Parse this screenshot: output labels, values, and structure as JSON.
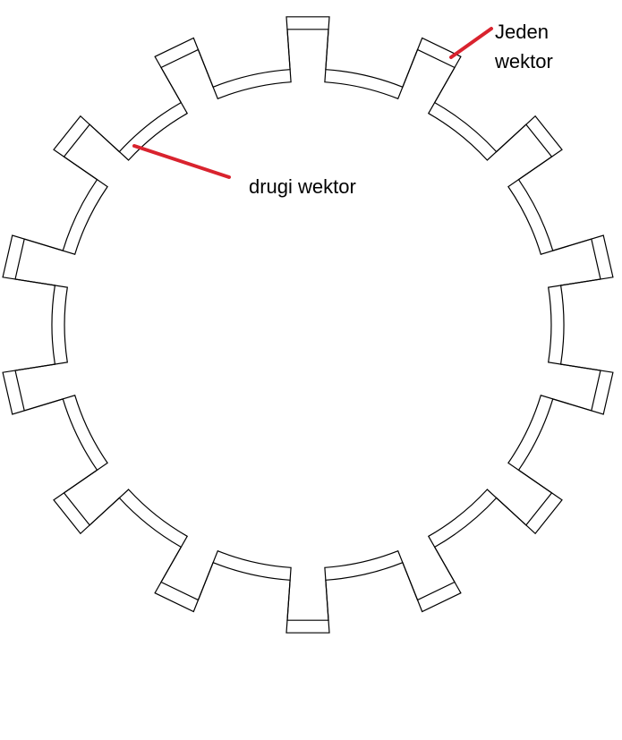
{
  "diagram": {
    "labels": {
      "vector_one_line1": "Jeden",
      "vector_one_line2": "wektor",
      "vector_two": "drugi wektor"
    },
    "gear": {
      "teeth": 14
    },
    "colors": {
      "outline": "#000000",
      "pointer": "#d9232e",
      "background": "#ffffff"
    }
  }
}
